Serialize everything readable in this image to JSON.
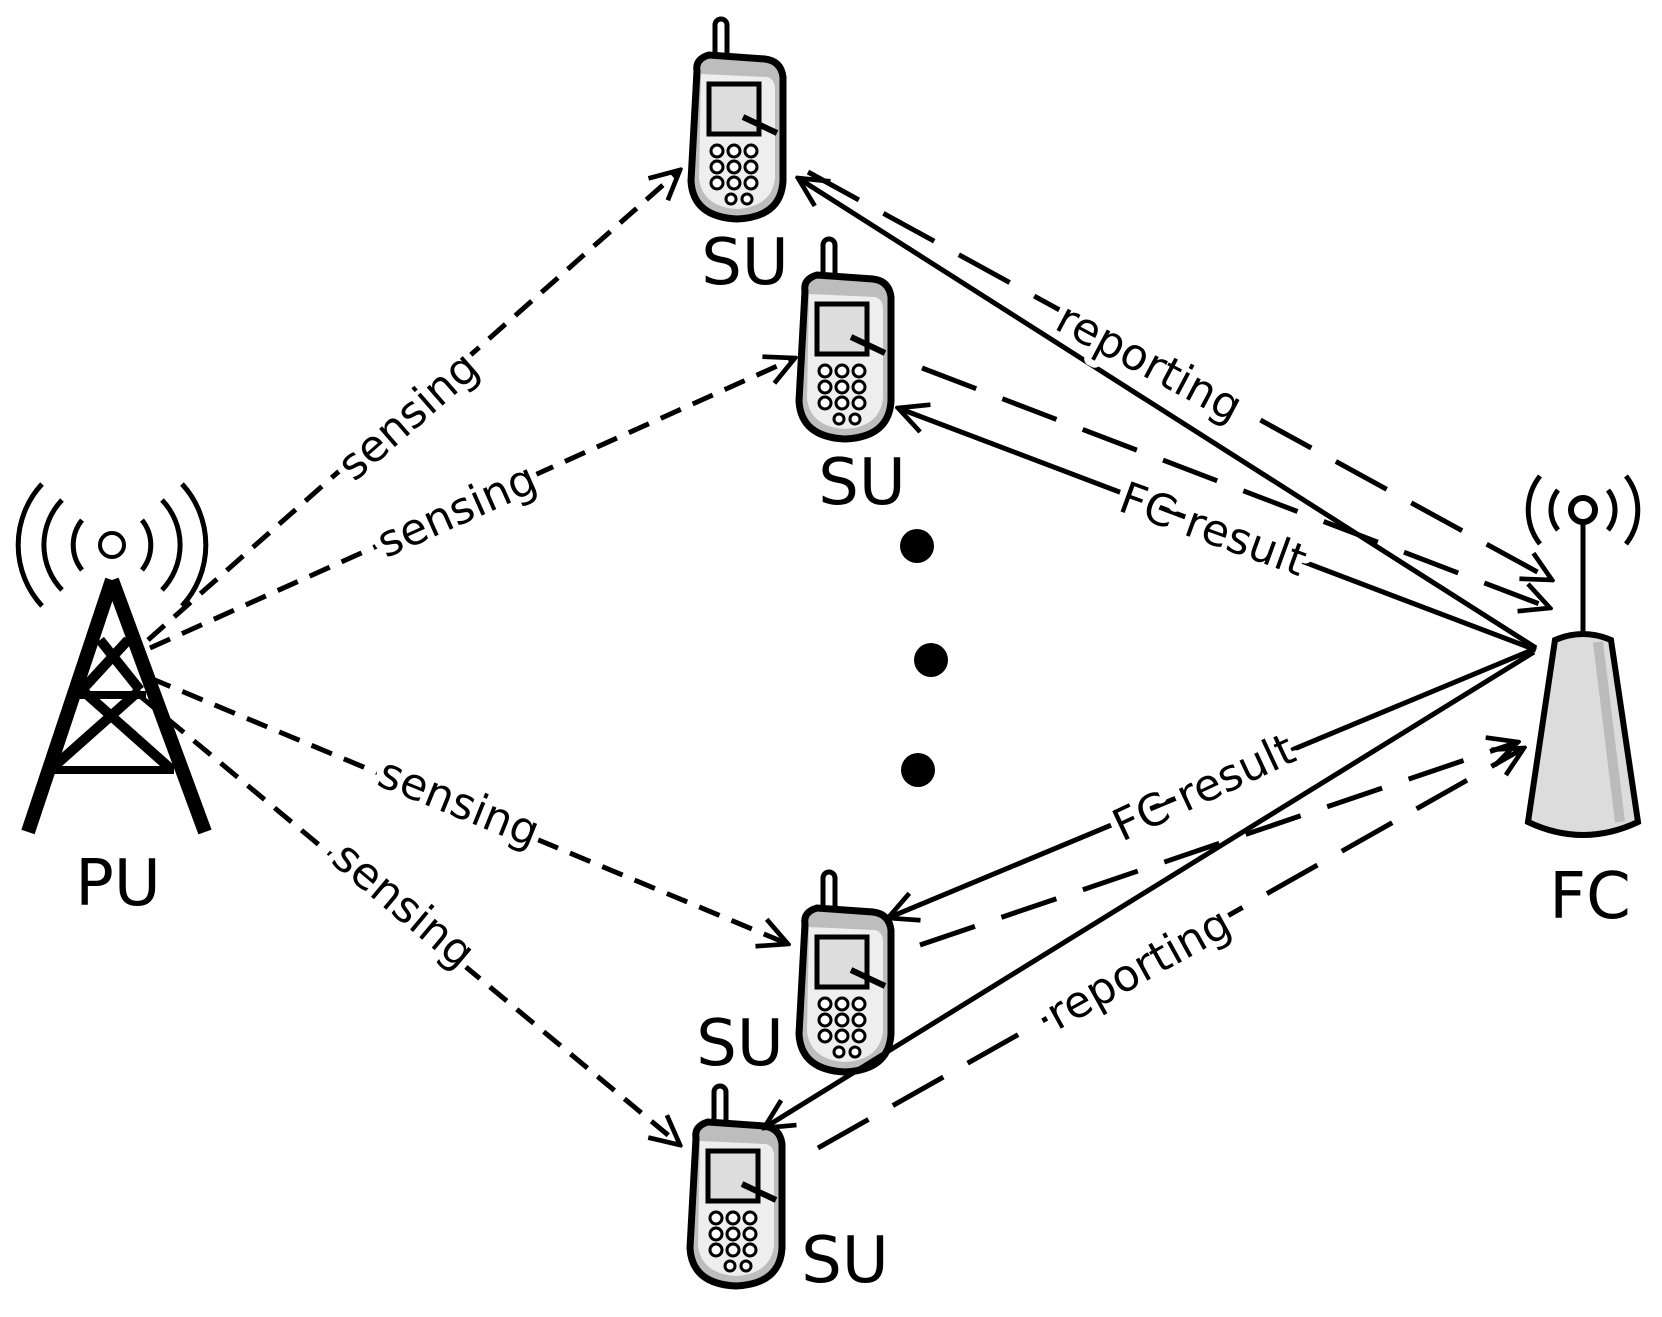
{
  "nodes": {
    "pu_label": "PU",
    "fc_label": "FC",
    "su_labels": [
      "SU",
      "SU",
      "SU",
      "SU"
    ]
  },
  "edges": {
    "sensing": [
      "sensing",
      "sensing",
      "sensing",
      "sensing"
    ],
    "reporting": [
      "reporting",
      "reporting"
    ],
    "fc_result": [
      "FC result",
      "FC result"
    ]
  },
  "icons": {
    "pu": "cell-tower-icon",
    "fc": "base-station-icon",
    "su": "mobile-phone-icon"
  },
  "ellipsis_dots": 3
}
